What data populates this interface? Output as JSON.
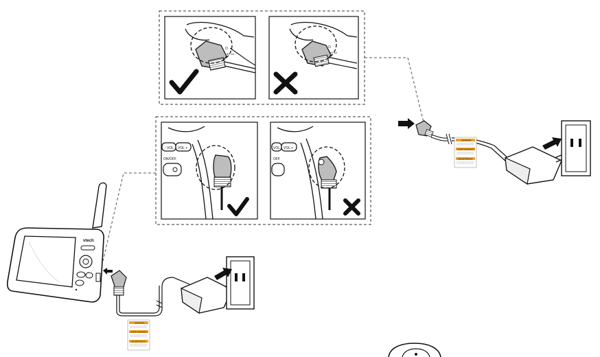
{
  "monitor": {
    "brand": "vtech"
  },
  "panels": {
    "top_correct": {
      "verdict": "check"
    },
    "top_wrong": {
      "verdict": "cross"
    },
    "bottom_correct": {
      "verdict": "check",
      "vol_minus": "- VOL",
      "vol_plus": "VOL +",
      "power_label": "ON/OFF"
    },
    "bottom_wrong": {
      "verdict": "cross",
      "vol_minus": "VOL",
      "vol_plus": "VOL +",
      "power_label": "OFF"
    }
  },
  "adapter_tags": [
    "WARNING",
    "AVERTISSEMENT",
    "ADVERTENCIA"
  ],
  "icons": [
    "check-icon",
    "cross-icon",
    "arrow-icon",
    "wall-outlet-icon",
    "power-adapter-icon",
    "parent-unit-icon"
  ]
}
